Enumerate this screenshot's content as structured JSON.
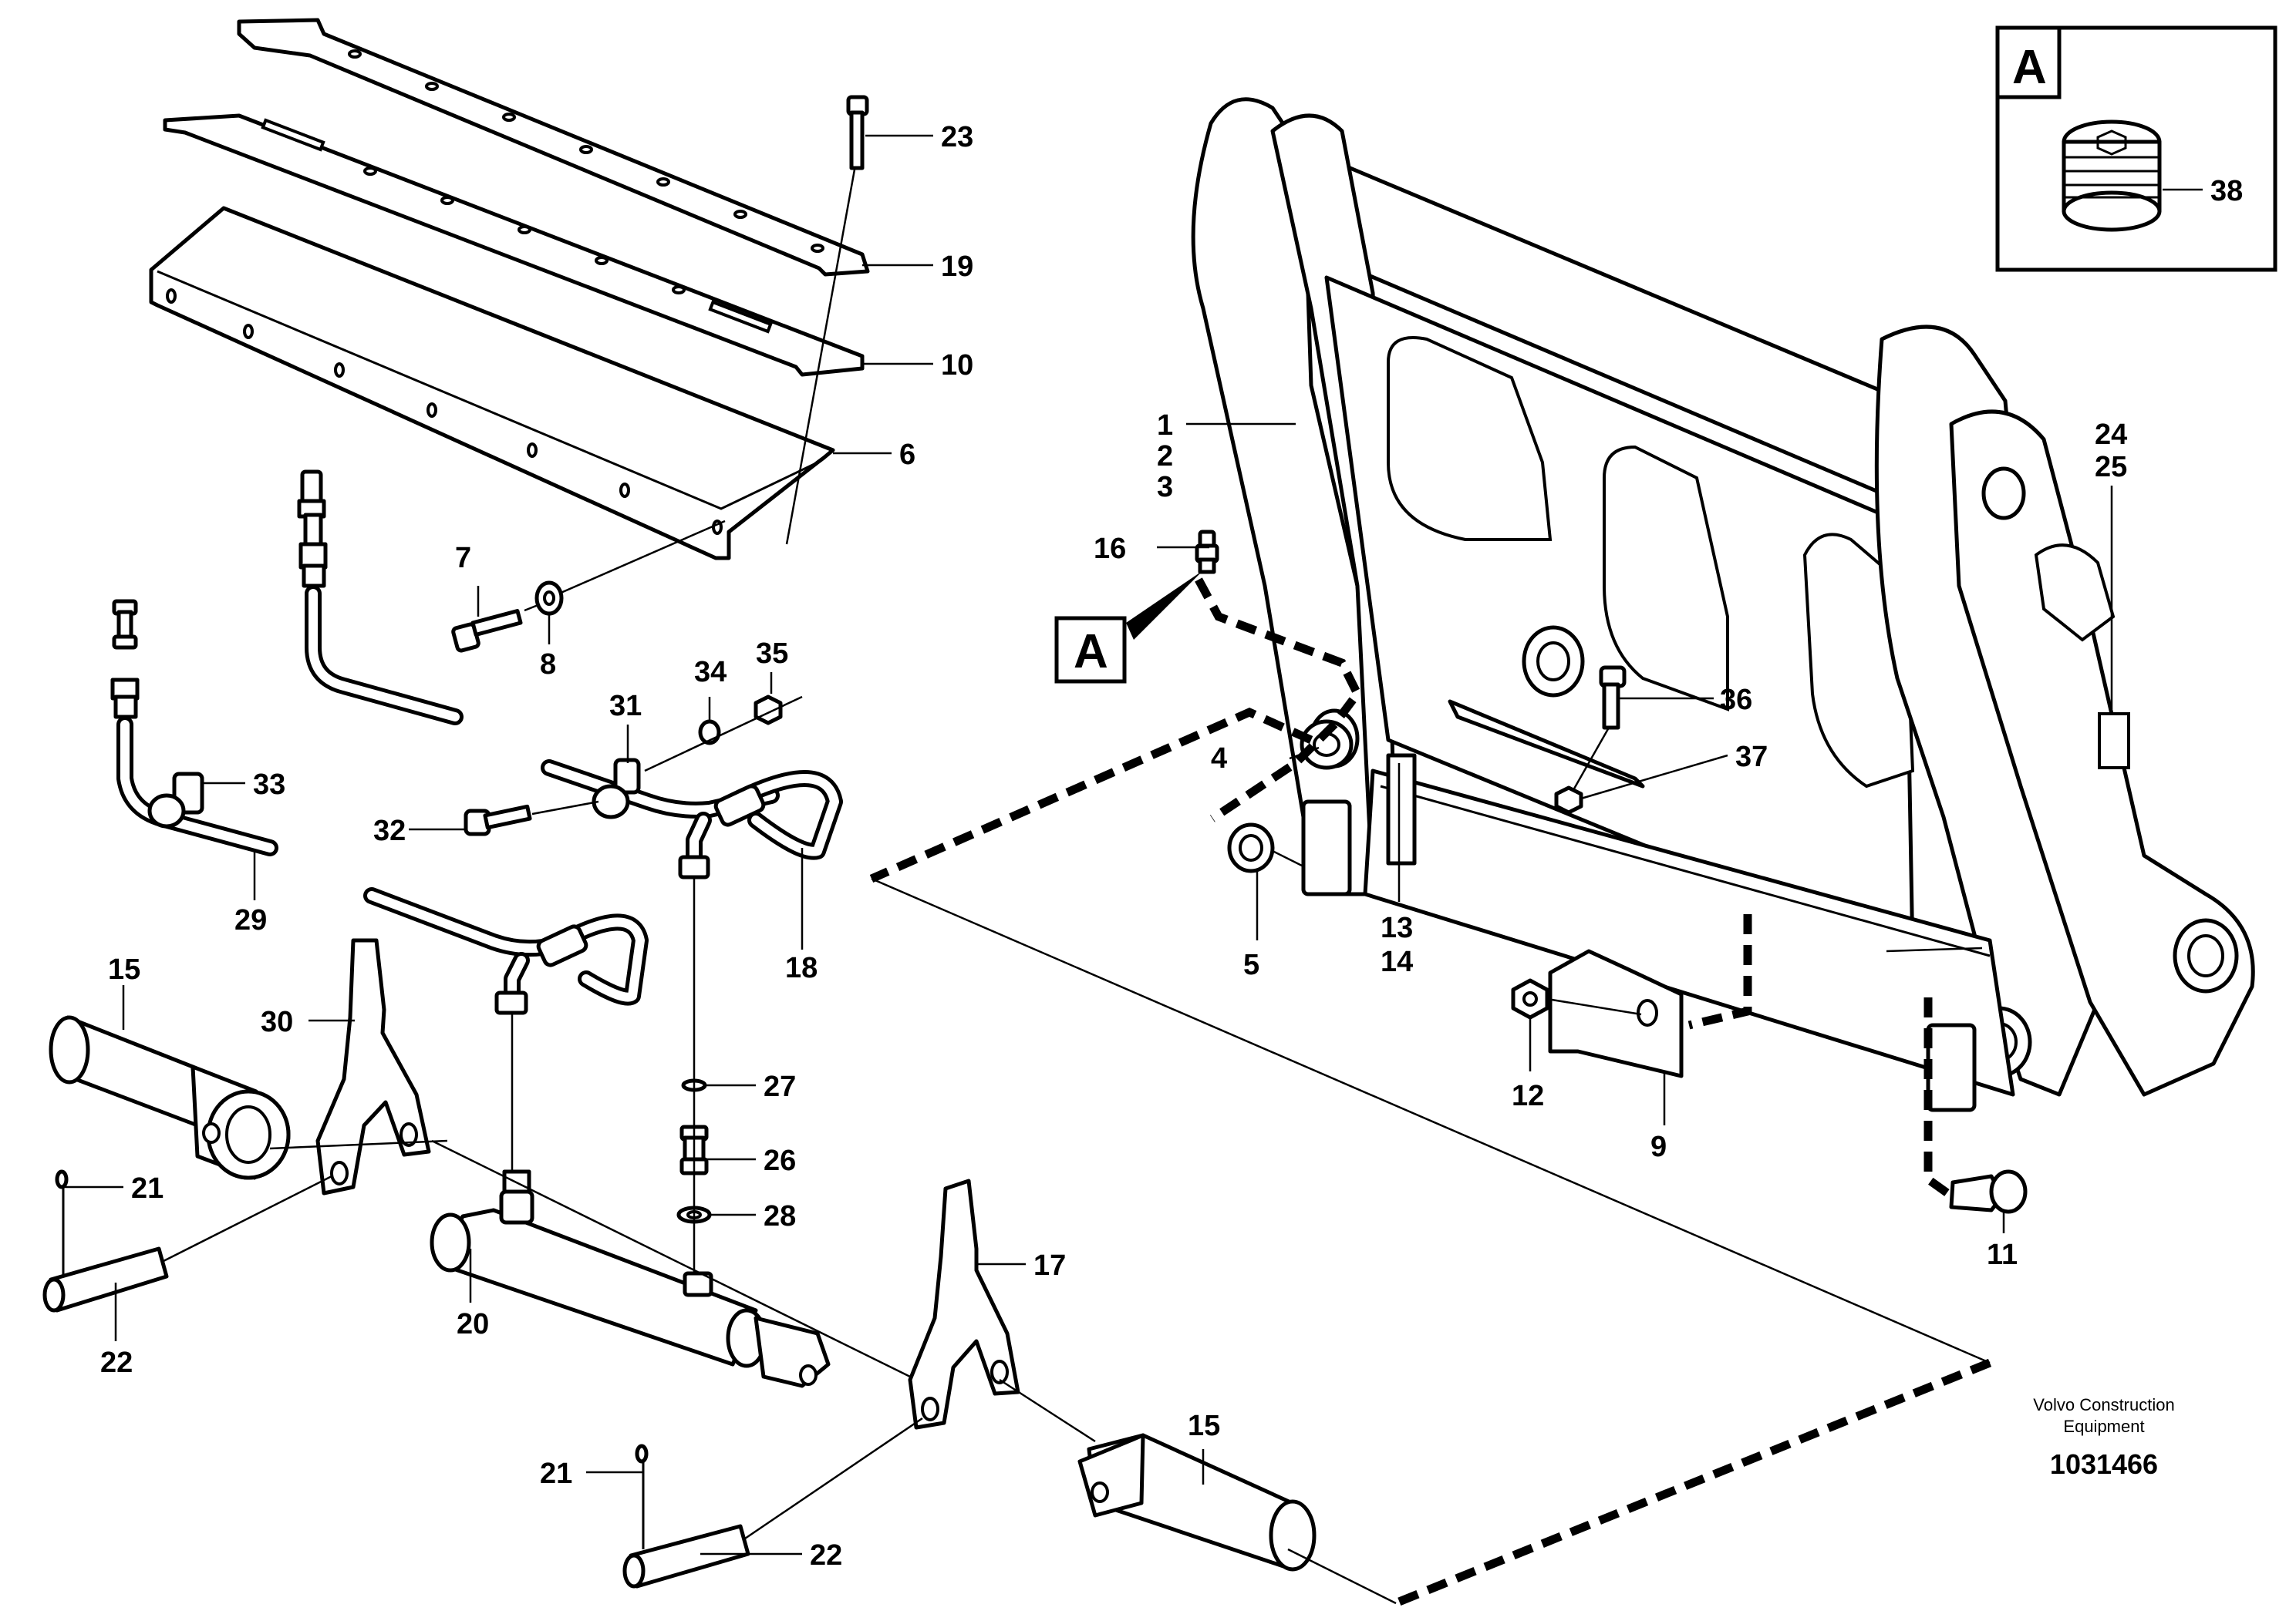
{
  "callouts": [
    {
      "id": "c23",
      "text": "23"
    },
    {
      "id": "c19",
      "text": "19"
    },
    {
      "id": "c10",
      "text": "10"
    },
    {
      "id": "c6",
      "text": "6"
    },
    {
      "id": "c7",
      "text": "7"
    },
    {
      "id": "c8",
      "text": "8"
    },
    {
      "id": "c34",
      "text": "34"
    },
    {
      "id": "c35",
      "text": "35"
    },
    {
      "id": "c31",
      "text": "31"
    },
    {
      "id": "c33",
      "text": "33"
    },
    {
      "id": "c32",
      "text": "32"
    },
    {
      "id": "c29",
      "text": "29"
    },
    {
      "id": "c18",
      "text": "18"
    },
    {
      "id": "c15a",
      "text": "15"
    },
    {
      "id": "c30",
      "text": "30"
    },
    {
      "id": "c27",
      "text": "27"
    },
    {
      "id": "c26",
      "text": "26"
    },
    {
      "id": "c28",
      "text": "28"
    },
    {
      "id": "c21a",
      "text": "21"
    },
    {
      "id": "c22a",
      "text": "22"
    },
    {
      "id": "c20",
      "text": "20"
    },
    {
      "id": "c17",
      "text": "17"
    },
    {
      "id": "c15b",
      "text": "15"
    },
    {
      "id": "c21b",
      "text": "21"
    },
    {
      "id": "c22b",
      "text": "22"
    },
    {
      "id": "c1",
      "text": "1"
    },
    {
      "id": "c2",
      "text": "2"
    },
    {
      "id": "c3",
      "text": "3"
    },
    {
      "id": "c16",
      "text": "16"
    },
    {
      "id": "c4",
      "text": "4"
    },
    {
      "id": "c5",
      "text": "5"
    },
    {
      "id": "c13",
      "text": "13"
    },
    {
      "id": "c14",
      "text": "14"
    },
    {
      "id": "c36",
      "text": "36"
    },
    {
      "id": "c37",
      "text": "37"
    },
    {
      "id": "c12",
      "text": "12"
    },
    {
      "id": "c9",
      "text": "9"
    },
    {
      "id": "c11",
      "text": "11"
    },
    {
      "id": "c24",
      "text": "24"
    },
    {
      "id": "c25",
      "text": "25"
    },
    {
      "id": "c38",
      "text": "38"
    }
  ],
  "detail_refs": {
    "inset_label": "A",
    "main_label": "A"
  },
  "credit": {
    "line1": "Volvo Construction",
    "line2": "Equipment",
    "doc_number": "1031466"
  }
}
